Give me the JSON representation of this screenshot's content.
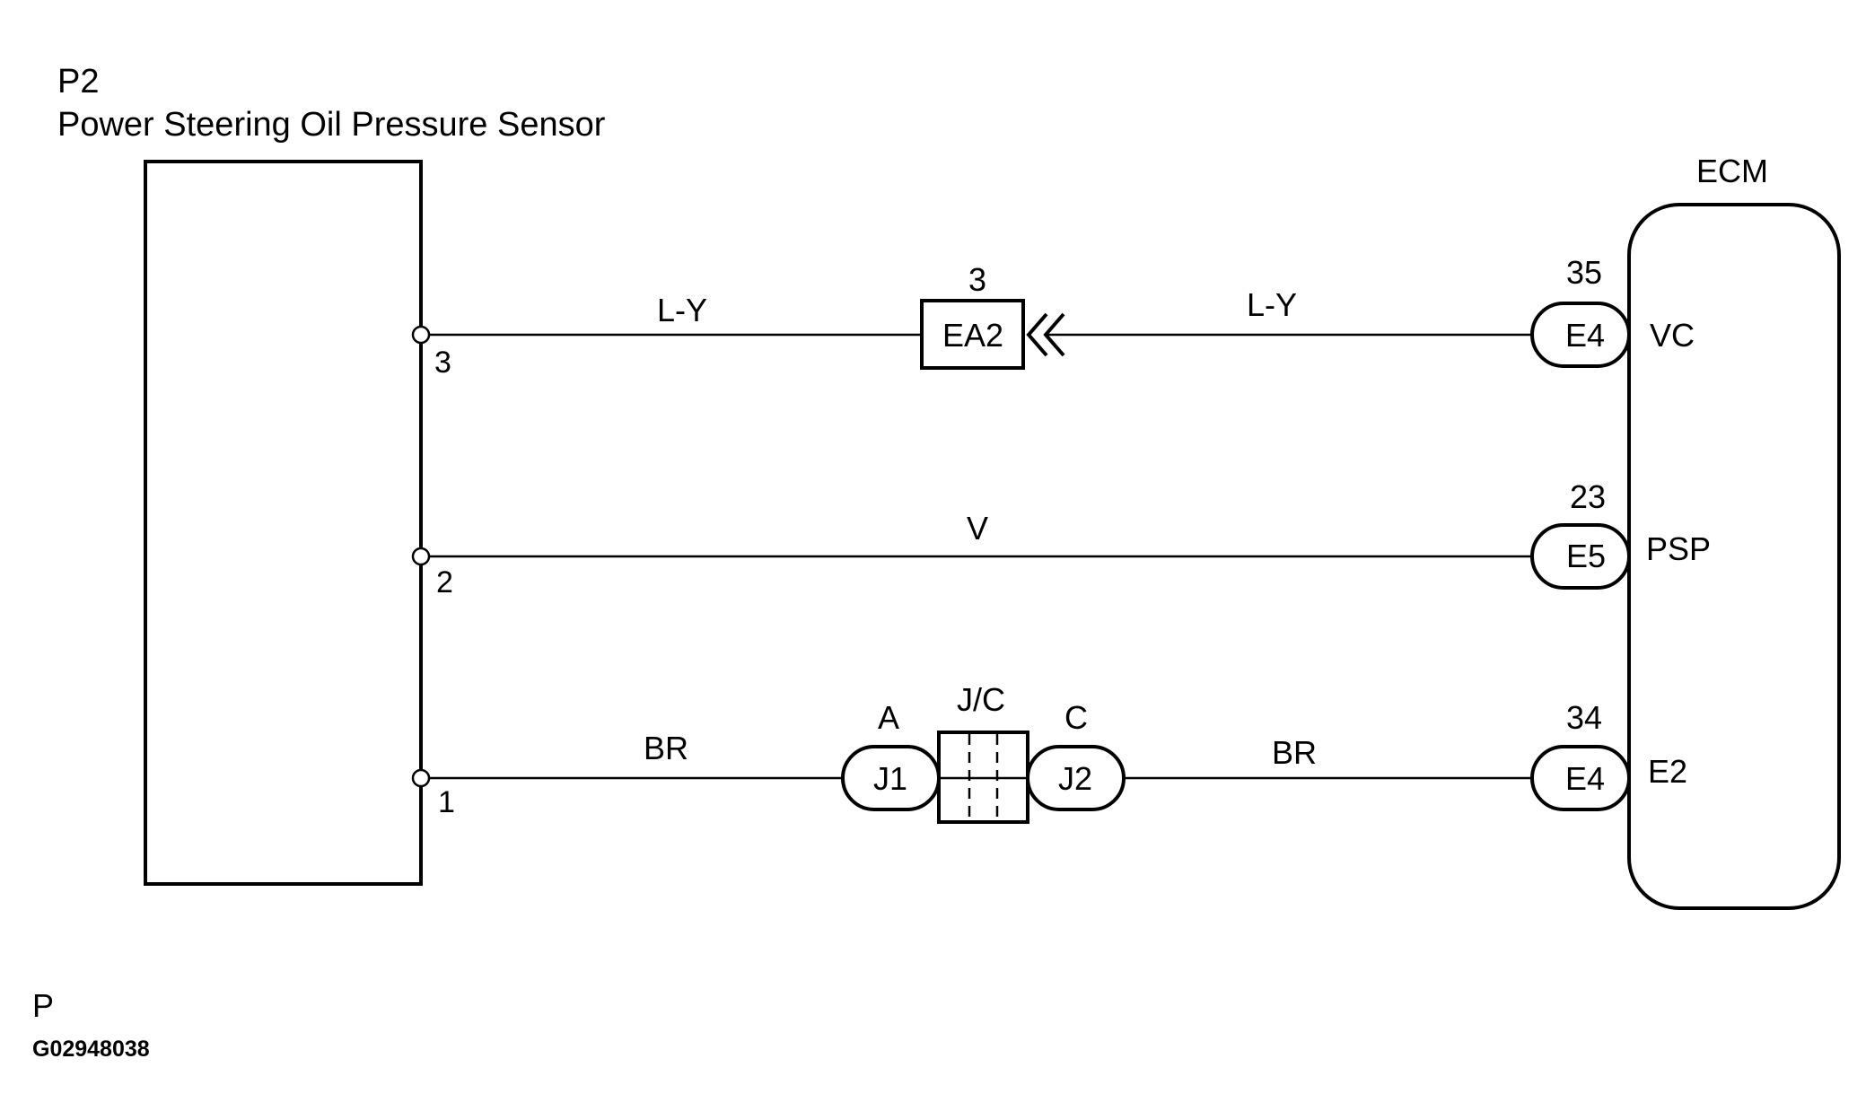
{
  "sensor": {
    "code": "P2",
    "name": "Power Steering Oil Pressure Sensor",
    "pins": [
      "3",
      "2",
      "1"
    ]
  },
  "ecm": {
    "label": "ECM",
    "connectors": [
      {
        "pin": "35",
        "connector": "E4",
        "terminal": "VC"
      },
      {
        "pin": "23",
        "connector": "E5",
        "terminal": "PSP"
      },
      {
        "pin": "34",
        "connector": "E4",
        "terminal": "E2"
      }
    ]
  },
  "wires": {
    "top_left_color": "L-Y",
    "top_right_color": "L-Y",
    "middle_color": "V",
    "bottom_left_color": "BR",
    "bottom_right_color": "BR"
  },
  "ea2": {
    "pin": "3",
    "label": "EA2"
  },
  "junction": {
    "label": "J/C",
    "left_pin": "A",
    "left_connector": "J1",
    "right_pin": "C",
    "right_connector": "J2"
  },
  "footer": {
    "letter": "P",
    "figure_code": "G02948038"
  }
}
